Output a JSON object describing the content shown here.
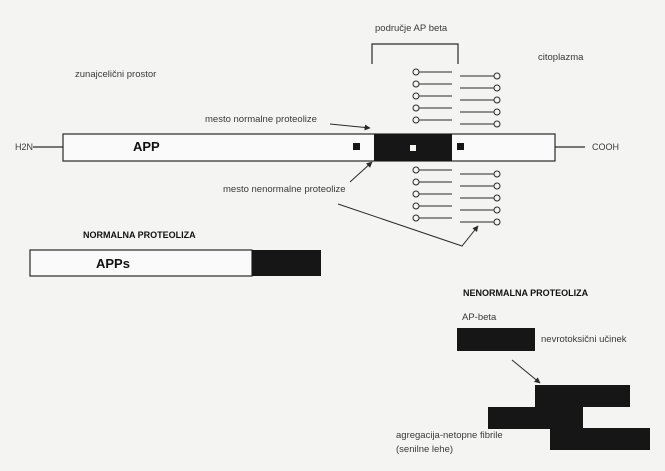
{
  "labels": {
    "region": "područje AP beta",
    "cytoplasm": "citoplazma",
    "extracellular": "zunajcelični prostor",
    "normal_site": "mesto normalne proteolize",
    "abnormal_site": "mesto nenormalne proteolize",
    "h2n": "H2N",
    "cooh": "COOH",
    "app": "APP",
    "normal_heading": "NORMALNA PROTEOLIZA",
    "apps": "APPs",
    "abnormal_heading": "NENORMALNA PROTEOLIZA",
    "ap_beta": "AP-beta",
    "neurotoxic": "nevrotoksični učinek",
    "aggregation_line1": "agregacija-netopne fibrile",
    "aggregation_line2": "(senilne lehe)"
  },
  "colors": {
    "background": "#f4f4f2",
    "line": "#2a2a2a",
    "fill_dark": "#161616",
    "text": "#3a3a3a"
  }
}
